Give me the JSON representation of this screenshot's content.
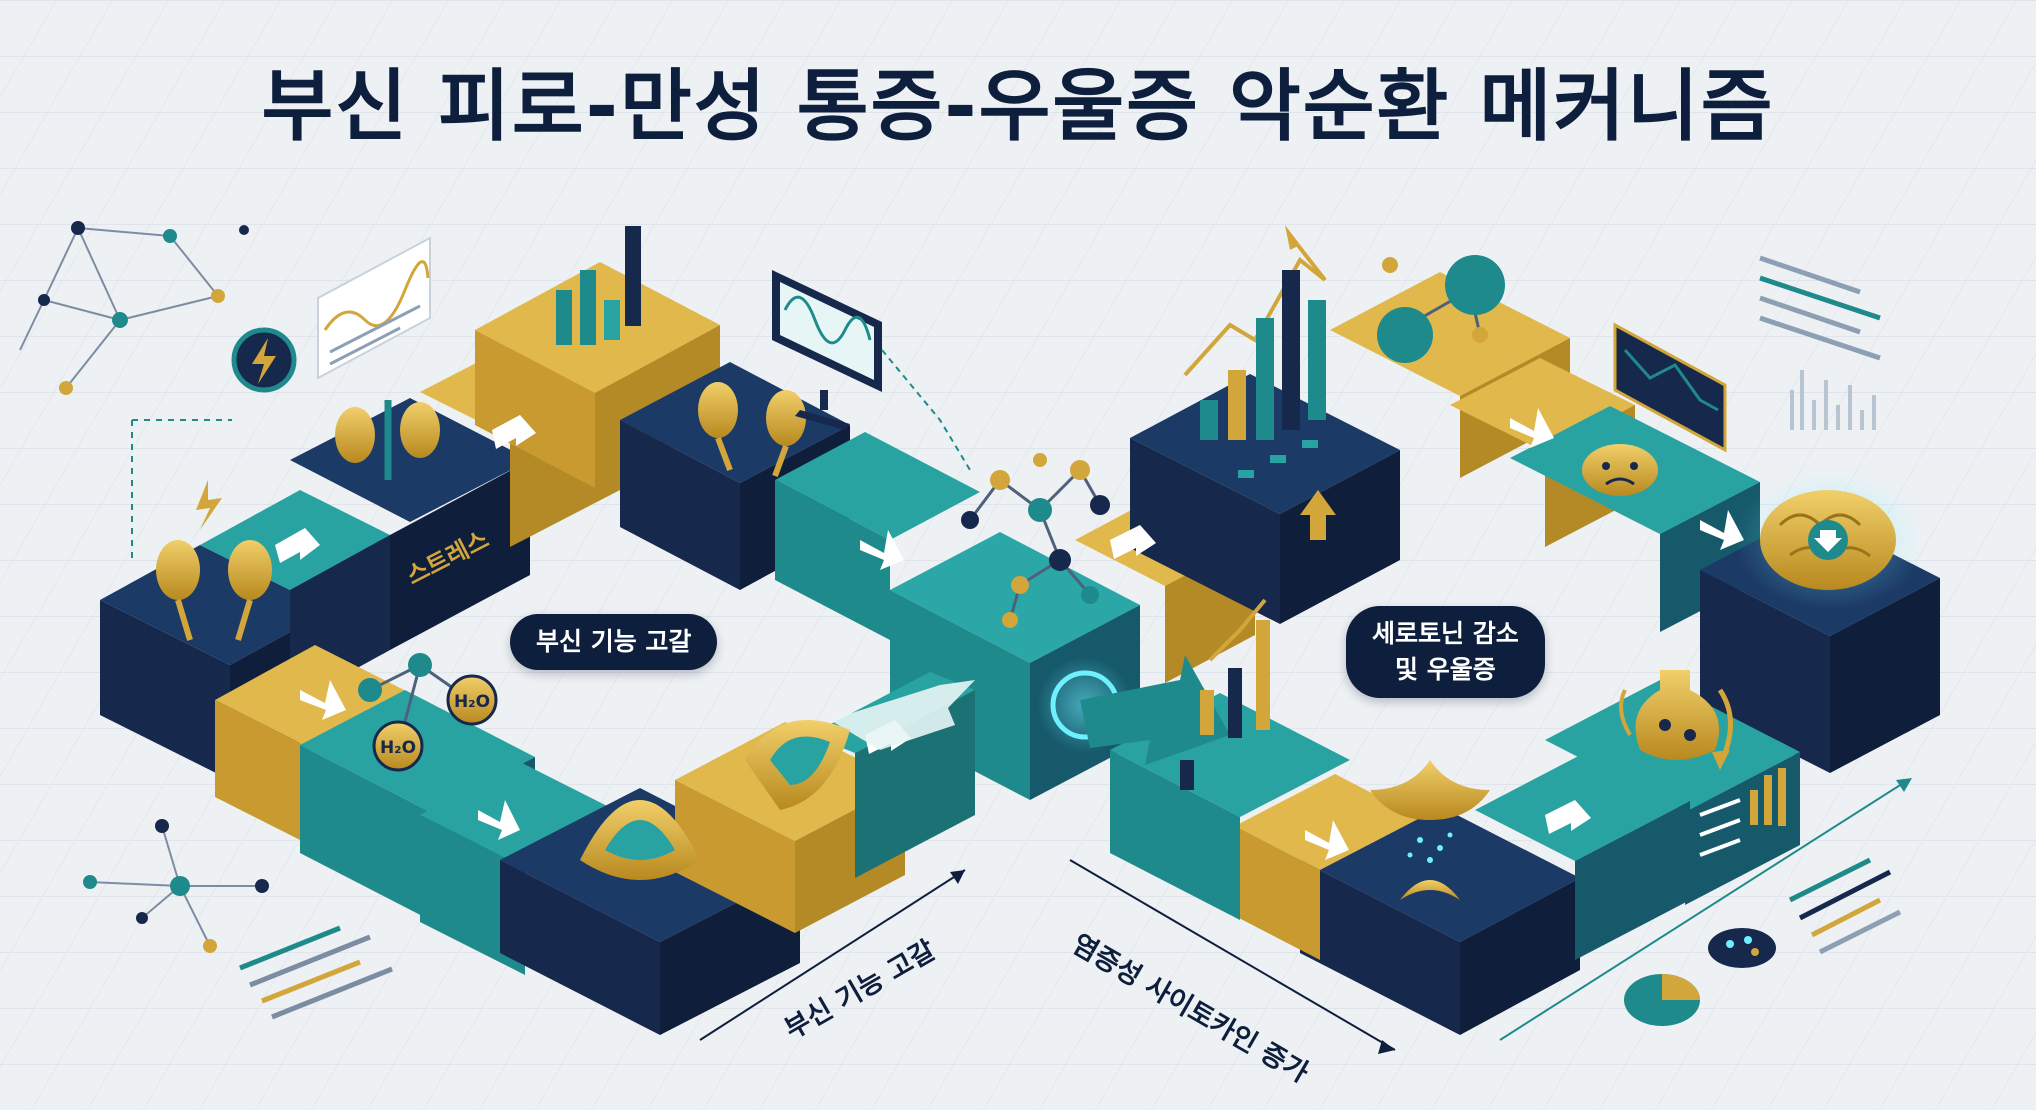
{
  "title": "부신 피로-만성 통증-우울증 악순환 메커니즘",
  "labels": {
    "stress": "스트레스",
    "adrenal_center": "부신 기능 고갈",
    "serotonin": [
      "세로토닌 감소",
      "및 우울증"
    ],
    "path_adrenal": "부신 기능 고갈",
    "path_cytokine": "염증성 사이토카인 증가"
  },
  "icons": {
    "h2o_1": "H₂O",
    "h2o_2": "H₂O"
  },
  "colors": {
    "navy": "#16284b",
    "teal": "#1f8a8c",
    "gold": "#d2a63a",
    "title": "#0e1f3d"
  }
}
